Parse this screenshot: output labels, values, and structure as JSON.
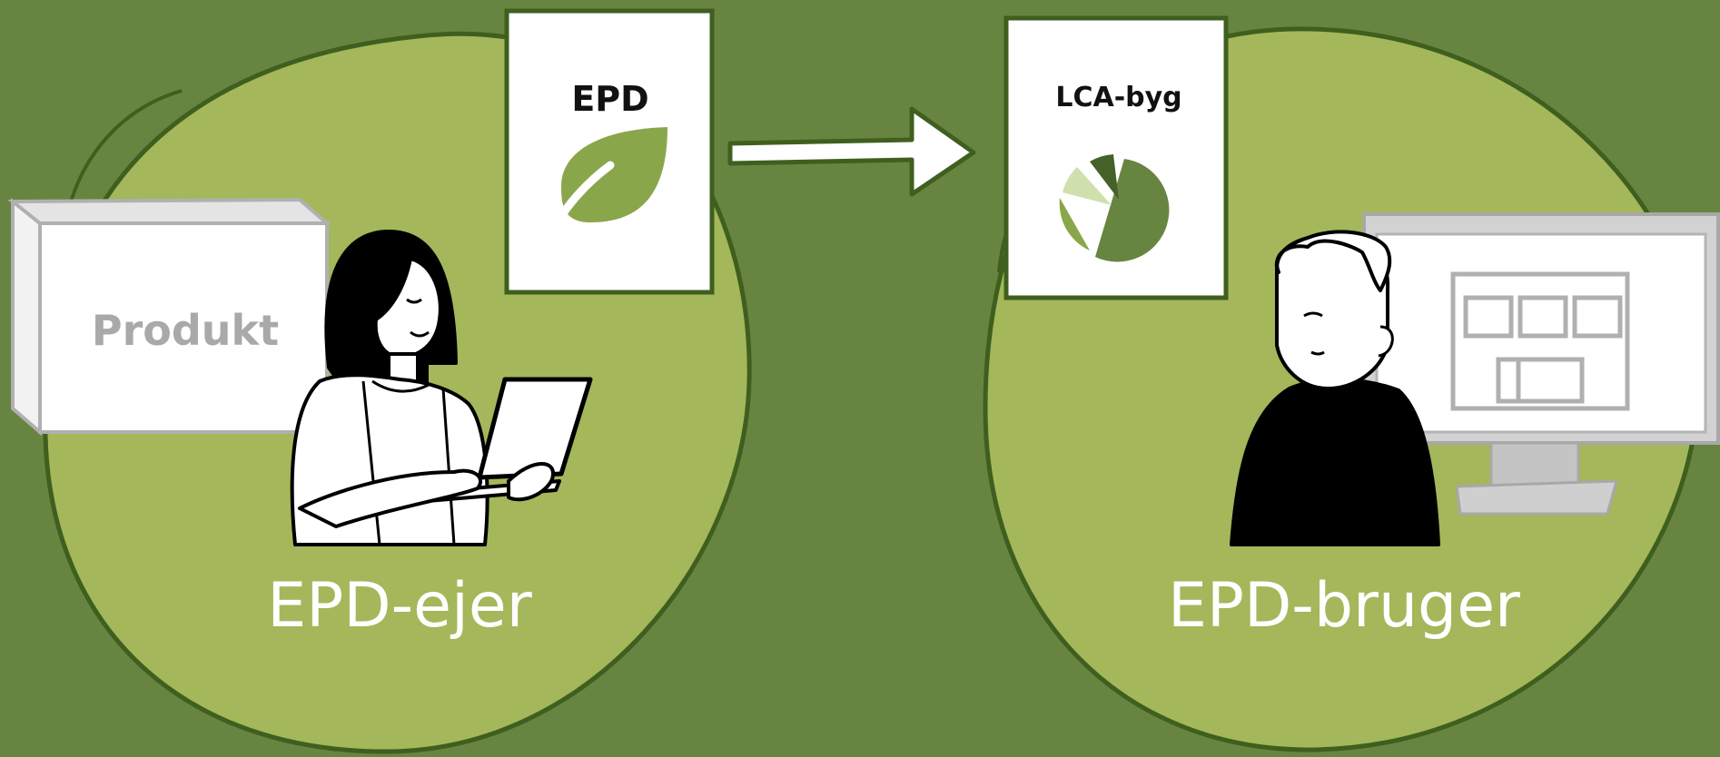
{
  "diagram": {
    "left_group": {
      "role_label": "EPD-ejer",
      "product_label": "Produkt",
      "document_title": "EPD",
      "document_icon": "leaf-icon"
    },
    "right_group": {
      "role_label": "EPD-bruger",
      "document_title": "LCA-byg",
      "document_icon": "pie-chart-icon"
    },
    "connector": "arrow-right",
    "colors": {
      "background": "#678540",
      "circle_fill": "#a4b75a",
      "circle_outline": "#3f5f1f",
      "leaf": "#8aa64a",
      "product_text": "#a9a9a9"
    }
  }
}
